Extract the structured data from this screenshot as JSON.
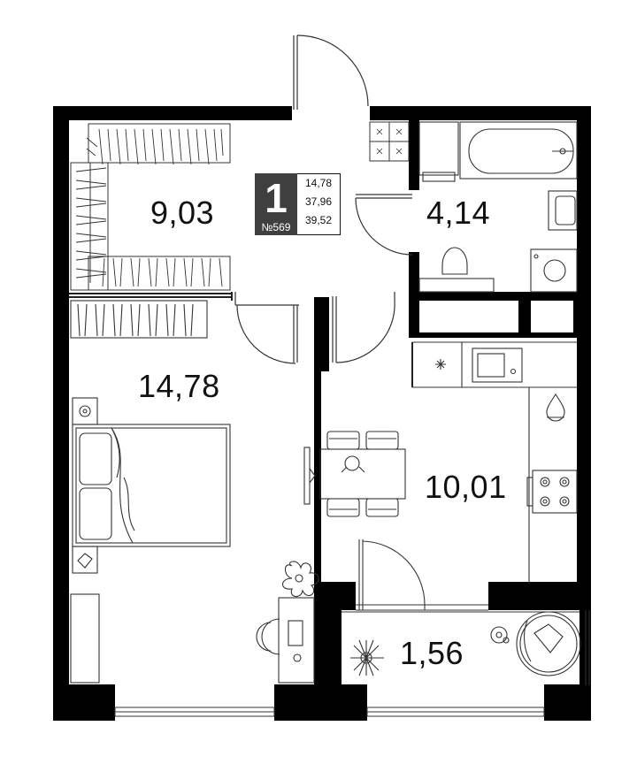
{
  "rooms": {
    "wardrobe": {
      "area": "9,03"
    },
    "bathroom": {
      "area": "4,14"
    },
    "bedroom": {
      "area": "14,78"
    },
    "kitchen": {
      "area": "10,01"
    },
    "balcony": {
      "area": "1,56"
    }
  },
  "badge": {
    "rooms_count": "1",
    "apartment_number": "№569",
    "living_area": "14,78",
    "total_area": "37,96",
    "total_area_with_balcony": "39,52"
  },
  "colors": {
    "wall": "#000000",
    "line": "#222222",
    "badge_bg": "#3f3f3f"
  }
}
